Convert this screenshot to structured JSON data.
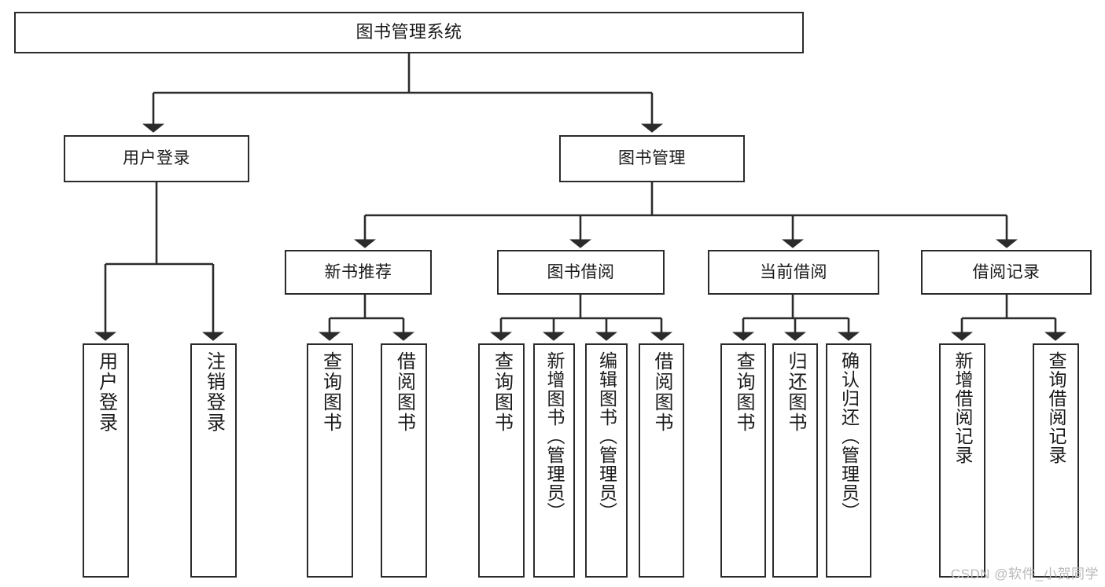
{
  "diagram": {
    "title": "图书管理系统",
    "type": "tree",
    "orientation": "top-down",
    "line_color": "#2b2b2b",
    "box_fill": "#ffffff",
    "text_color": "#1a1a1a",
    "watermark": "CSDN @软件_小贺同学",
    "nodes": {
      "root": {
        "label": "图书管理系统",
        "level": 1
      },
      "l2": [
        {
          "label": "用户登录",
          "level": 2
        },
        {
          "label": "图书管理",
          "level": 2
        }
      ],
      "l3": [
        {
          "label": "新书推荐",
          "level": 3
        },
        {
          "label": "图书借阅",
          "level": 3
        },
        {
          "label": "当前借阅",
          "level": 3
        },
        {
          "label": "借阅记录",
          "level": 3
        }
      ],
      "leaves": {
        "user_login": [
          {
            "label": "用户登录"
          },
          {
            "label": "注销登录"
          }
        ],
        "new_book_recommend": [
          {
            "label": "查询图书"
          },
          {
            "label": "借阅图书"
          }
        ],
        "book_borrow": [
          {
            "label": "查询图书"
          },
          {
            "label": "新增图书（管理员）"
          },
          {
            "label": "编辑图书（管理员）"
          },
          {
            "label": "借阅图书"
          }
        ],
        "current_borrow": [
          {
            "label": "查询图书"
          },
          {
            "label": "归还图书"
          },
          {
            "label": "确认归还（管理员）"
          }
        ],
        "borrow_record": [
          {
            "label": "新增借阅记录"
          },
          {
            "label": "查询借阅记录"
          }
        ]
      }
    },
    "edges": [
      {
        "from": "图书管理系统",
        "to": "用户登录"
      },
      {
        "from": "图书管理系统",
        "to": "图书管理"
      },
      {
        "from": "用户登录",
        "to": "用户登录"
      },
      {
        "from": "用户登录",
        "to": "注销登录"
      },
      {
        "from": "图书管理",
        "to": "新书推荐"
      },
      {
        "from": "图书管理",
        "to": "图书借阅"
      },
      {
        "from": "图书管理",
        "to": "当前借阅"
      },
      {
        "from": "图书管理",
        "to": "借阅记录"
      },
      {
        "from": "新书推荐",
        "to": "查询图书"
      },
      {
        "from": "新书推荐",
        "to": "借阅图书"
      },
      {
        "from": "图书借阅",
        "to": "查询图书"
      },
      {
        "from": "图书借阅",
        "to": "新增图书（管理员）"
      },
      {
        "from": "图书借阅",
        "to": "编辑图书（管理员）"
      },
      {
        "from": "图书借阅",
        "to": "借阅图书"
      },
      {
        "from": "当前借阅",
        "to": "查询图书"
      },
      {
        "from": "当前借阅",
        "to": "归还图书"
      },
      {
        "from": "当前借阅",
        "to": "确认归还（管理员）"
      },
      {
        "from": "借阅记录",
        "to": "新增借阅记录"
      },
      {
        "from": "借阅记录",
        "to": "查询借阅记录"
      }
    ]
  }
}
